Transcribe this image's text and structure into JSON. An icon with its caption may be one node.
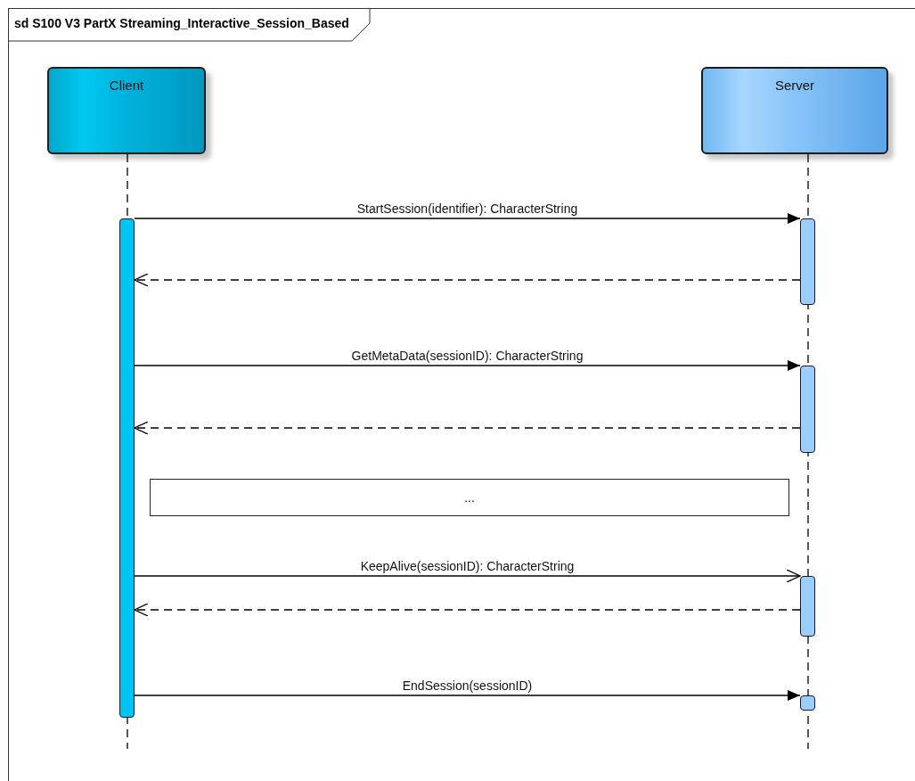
{
  "diagram": {
    "title": "sd S100 V3 PartX Streaming_Interactive_Session_Based",
    "nodes": [
      {
        "text": [
          "Client"
        ]
      },
      {
        "text": [
          "Server"
        ]
      },
      {
        "text": [],
        "shape": "bar"
      },
      {
        "text": [],
        "shape": "bar"
      },
      {
        "text": [],
        "shape": "bar"
      },
      {
        "text": [],
        "shape": "bar"
      },
      {
        "text": [],
        "shape": "bar"
      },
      {
        "text": [
          "..."
        ]
      }
    ],
    "edges": [
      {
        "from": 2,
        "to": 3,
        "arrow": "to",
        "label": "StartSession(identifier): CharacterString"
      },
      {
        "from": 3,
        "to": 2,
        "arrow": "to",
        "style": "dashed"
      },
      {
        "from": 2,
        "to": 4,
        "arrow": "to",
        "label": "GetMetaData(sessionID): CharacterString"
      },
      {
        "from": 4,
        "to": 2,
        "arrow": "to",
        "style": "dashed"
      },
      {
        "from": 2,
        "to": 5,
        "arrow": "to",
        "label": "KeepAlive(sessionID): CharacterString"
      },
      {
        "from": 5,
        "to": 2,
        "arrow": "to",
        "style": "dashed"
      },
      {
        "from": 2,
        "to": 6,
        "arrow": "to",
        "label": "EndSession(sessionID)"
      }
    ]
  }
}
